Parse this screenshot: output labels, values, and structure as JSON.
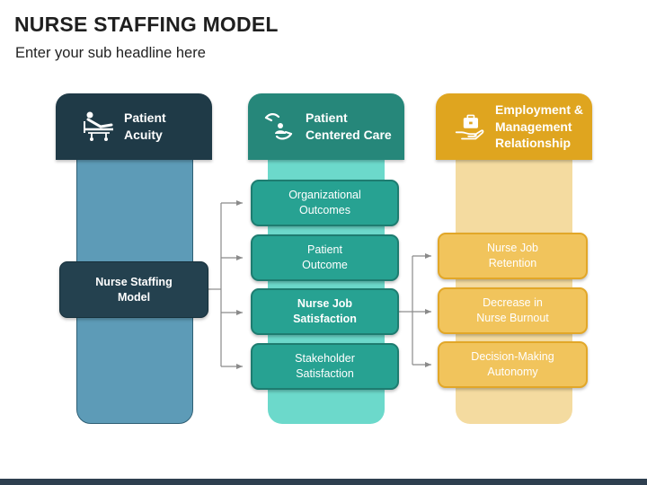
{
  "title": "NURSE STAFFING MODEL",
  "subtitle": "Enter your sub headline here",
  "columns": [
    {
      "label": "Patient\nAcuity",
      "icon": "hospital-bed-icon",
      "color": "#1f3a47",
      "body_color": "#5d9bb7"
    },
    {
      "label": "Patient\nCentered Care",
      "icon": "care-hands-icon",
      "color": "#26877a",
      "body_color": "#6cd9cb"
    },
    {
      "label": "Employment &\nManagement\nRelationship",
      "icon": "briefcase-hand-icon",
      "color": "#dfa51f",
      "body_color": "#f4dba0"
    }
  ],
  "main_box": "Nurse Staffing\nModel",
  "outcomes": [
    "Organizational\nOutcomes",
    "Patient\nOutcome",
    "Nurse Job\nSatisfaction",
    "Stakeholder\nSatisfaction"
  ],
  "results": [
    "Nurse Job\nRetention",
    "Decrease in\nNurse Burnout",
    "Decision-Making\nAutonomy"
  ],
  "colors": {
    "connector": "#8a8a8a",
    "bottom_bar": "#2e3f4f"
  }
}
